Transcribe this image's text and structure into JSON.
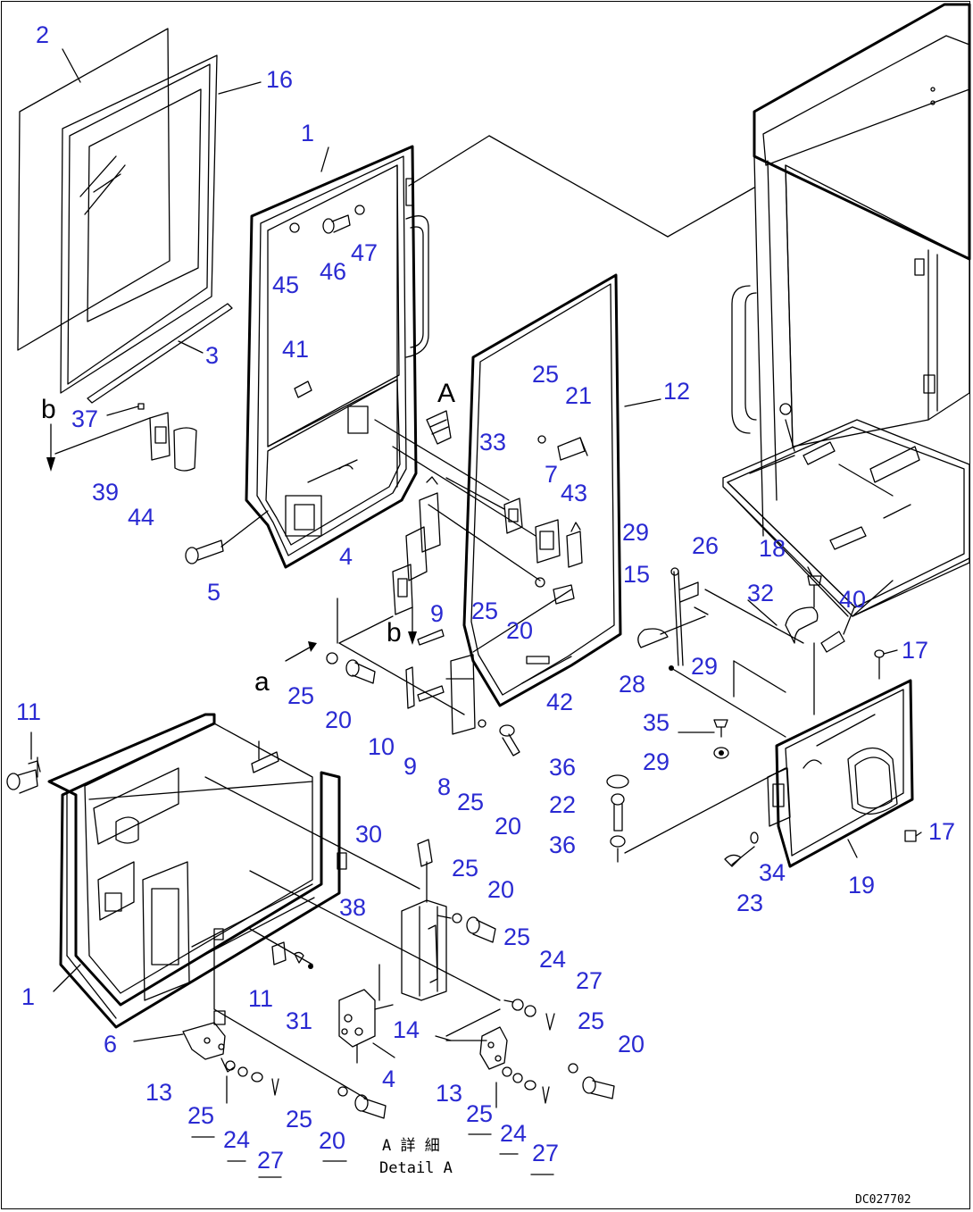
{
  "diagram": {
    "callouts": [
      "2",
      "16",
      "1",
      "45",
      "46",
      "47",
      "3",
      "41",
      "37",
      "39",
      "44",
      "5",
      "4",
      "25",
      "21",
      "12",
      "33",
      "7",
      "43",
      "25",
      "20",
      "29",
      "26",
      "15",
      "18",
      "32",
      "40",
      "9",
      "b",
      "10",
      "9",
      "8",
      "25",
      "20",
      "42",
      "28",
      "29",
      "17",
      "25",
      "20",
      "35",
      "29",
      "36",
      "22",
      "36",
      "17",
      "34",
      "23",
      "19",
      "11",
      "30",
      "25",
      "20",
      "38",
      "25",
      "24",
      "27",
      "11",
      "31",
      "1",
      "6",
      "13",
      "25",
      "24",
      "27",
      "14",
      "4",
      "25",
      "20",
      "13",
      "25",
      "24",
      "27",
      "25",
      "20"
    ],
    "view_letters": [
      "b",
      "A",
      "a"
    ],
    "detail_caption_jp": "A 詳 細",
    "detail_caption_en": "Detail A",
    "drawing_code": "DC027702",
    "colors": {
      "callout": "#2a2ad2",
      "line": "#000000"
    }
  }
}
